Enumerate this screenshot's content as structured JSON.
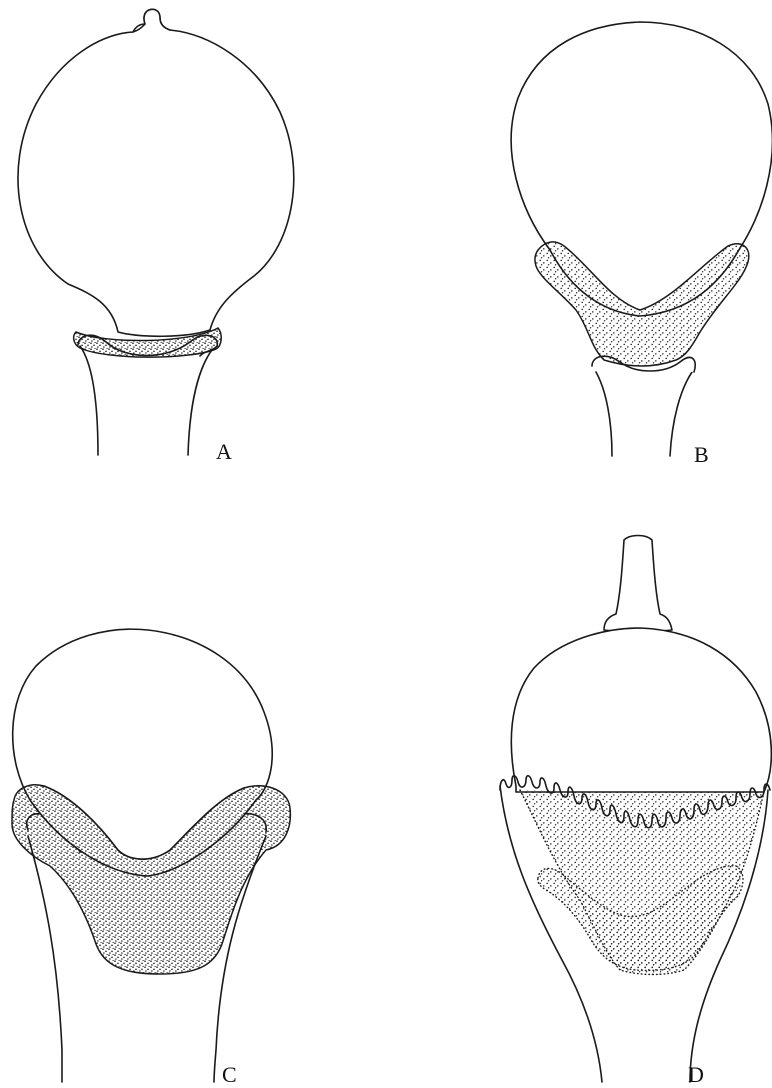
{
  "panels": [
    {
      "id": "A",
      "label": "A"
    },
    {
      "id": "B",
      "label": "B"
    },
    {
      "id": "C",
      "label": "C"
    },
    {
      "id": "D",
      "label": "D"
    }
  ],
  "colors": {
    "line": "#1a1a1a",
    "stipple": "#1a1a1a",
    "background": "#ffffff"
  }
}
